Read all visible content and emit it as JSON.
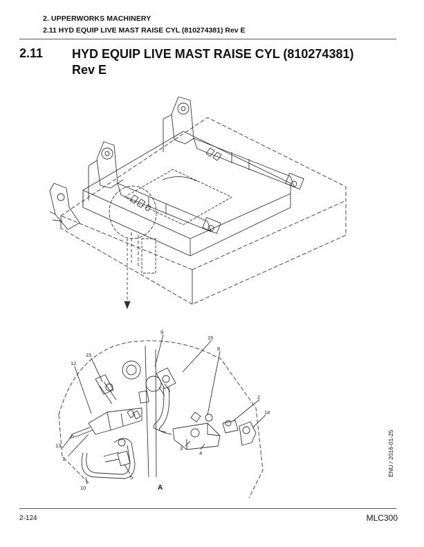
{
  "header": {
    "chapter": "2. UPPERWORKS MACHINERY",
    "subsection": "2.11 HYD EQUIP LIVE MAST RAISE CYL (810274381) Rev E"
  },
  "section": {
    "number": "2.11",
    "title": "HYD EQUIP LIVE MAST RAISE CYL (810274381) Rev E"
  },
  "figure": {
    "callouts": [
      "9",
      "15",
      "8",
      "12",
      "15",
      "2",
      "14",
      "13",
      "3",
      "4",
      "1",
      "5",
      "10"
    ],
    "detail_label": "A"
  },
  "footer": {
    "page": "2-124",
    "model": "MLC300",
    "side_note": "ENU / 2016-01-25"
  }
}
